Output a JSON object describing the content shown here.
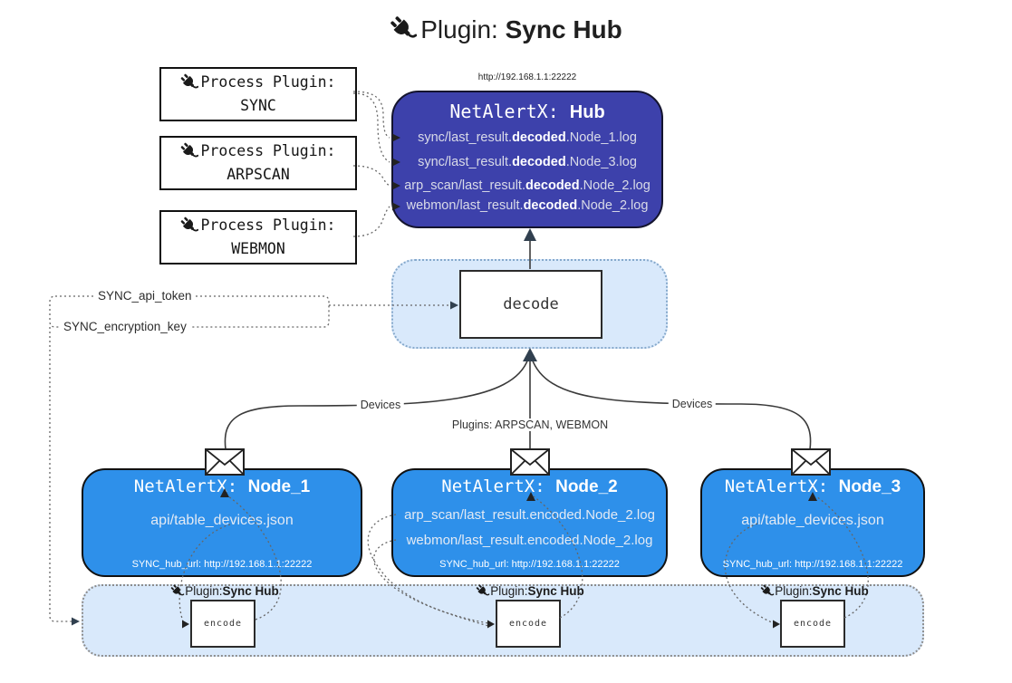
{
  "title": {
    "prefix": "Plugin: ",
    "name": "Sync Hub"
  },
  "hub": {
    "url": "http://192.168.1.1:22222",
    "title_prefix": "NetAlertX: ",
    "title_name": "Hub",
    "logs": [
      {
        "pre": "sync/last_result.",
        "bold": "decoded",
        "post": ".Node_1.log"
      },
      {
        "pre": "sync/last_result.",
        "bold": "decoded",
        "post": ".Node_3.log"
      },
      {
        "pre": "arp_scan/last_result.",
        "bold": "decoded",
        "post": ".Node_2.log"
      },
      {
        "pre": "webmon/last_result.",
        "bold": "decoded",
        "post": ".Node_2.log"
      }
    ]
  },
  "process_plugins": [
    {
      "label": "Process Plugin:",
      "name": "SYNC"
    },
    {
      "label": "Process Plugin:",
      "name": "ARPSCAN"
    },
    {
      "label": "Process Plugin:",
      "name": "WEBMON"
    }
  ],
  "decode": {
    "label": "decode"
  },
  "keys": {
    "api_token": "SYNC_api_token",
    "encryption_key": "SYNC_encryption_key"
  },
  "edges": {
    "devices_left": "Devices",
    "devices_right": "Devices",
    "plugins_mid": "Plugins: ARPSCAN, WEBMON"
  },
  "nodes": [
    {
      "title_prefix": "NetAlertX: ",
      "title_name": "Node_1",
      "lines": [
        "api/table_devices.json"
      ],
      "hub_url": "SYNC_hub_url: http://192.168.1.1:22222"
    },
    {
      "title_prefix": "NetAlertX: ",
      "title_name": "Node_2",
      "lines": [
        "arp_scan/last_result.encoded.Node_2.log",
        "webmon/last_result.encoded.Node_2.log"
      ],
      "hub_url": "SYNC_hub_url: http://192.168.1.1:22222"
    },
    {
      "title_prefix": "NetAlertX: ",
      "title_name": "Node_3",
      "lines": [
        "api/table_devices.json"
      ],
      "hub_url": "SYNC_hub_url: http://192.168.1.1:22222"
    }
  ],
  "encode_sections": [
    {
      "plugin_prefix": "Plugin: ",
      "plugin_name": "Sync Hub",
      "label": "encode"
    },
    {
      "plugin_prefix": "Plugin: ",
      "plugin_name": "Sync Hub",
      "label": "encode"
    },
    {
      "plugin_prefix": "Plugin: ",
      "plugin_name": "Sync Hub",
      "label": "encode"
    }
  ],
  "colors": {
    "hub_bg": "#3d41ab",
    "node_bg": "#2e90ea",
    "panel_bg": "#d9e9fb",
    "panel_border_blue": "#86a9cc",
    "panel_border_gray": "#8d8d8d",
    "arrow_dark": "#31404f"
  }
}
